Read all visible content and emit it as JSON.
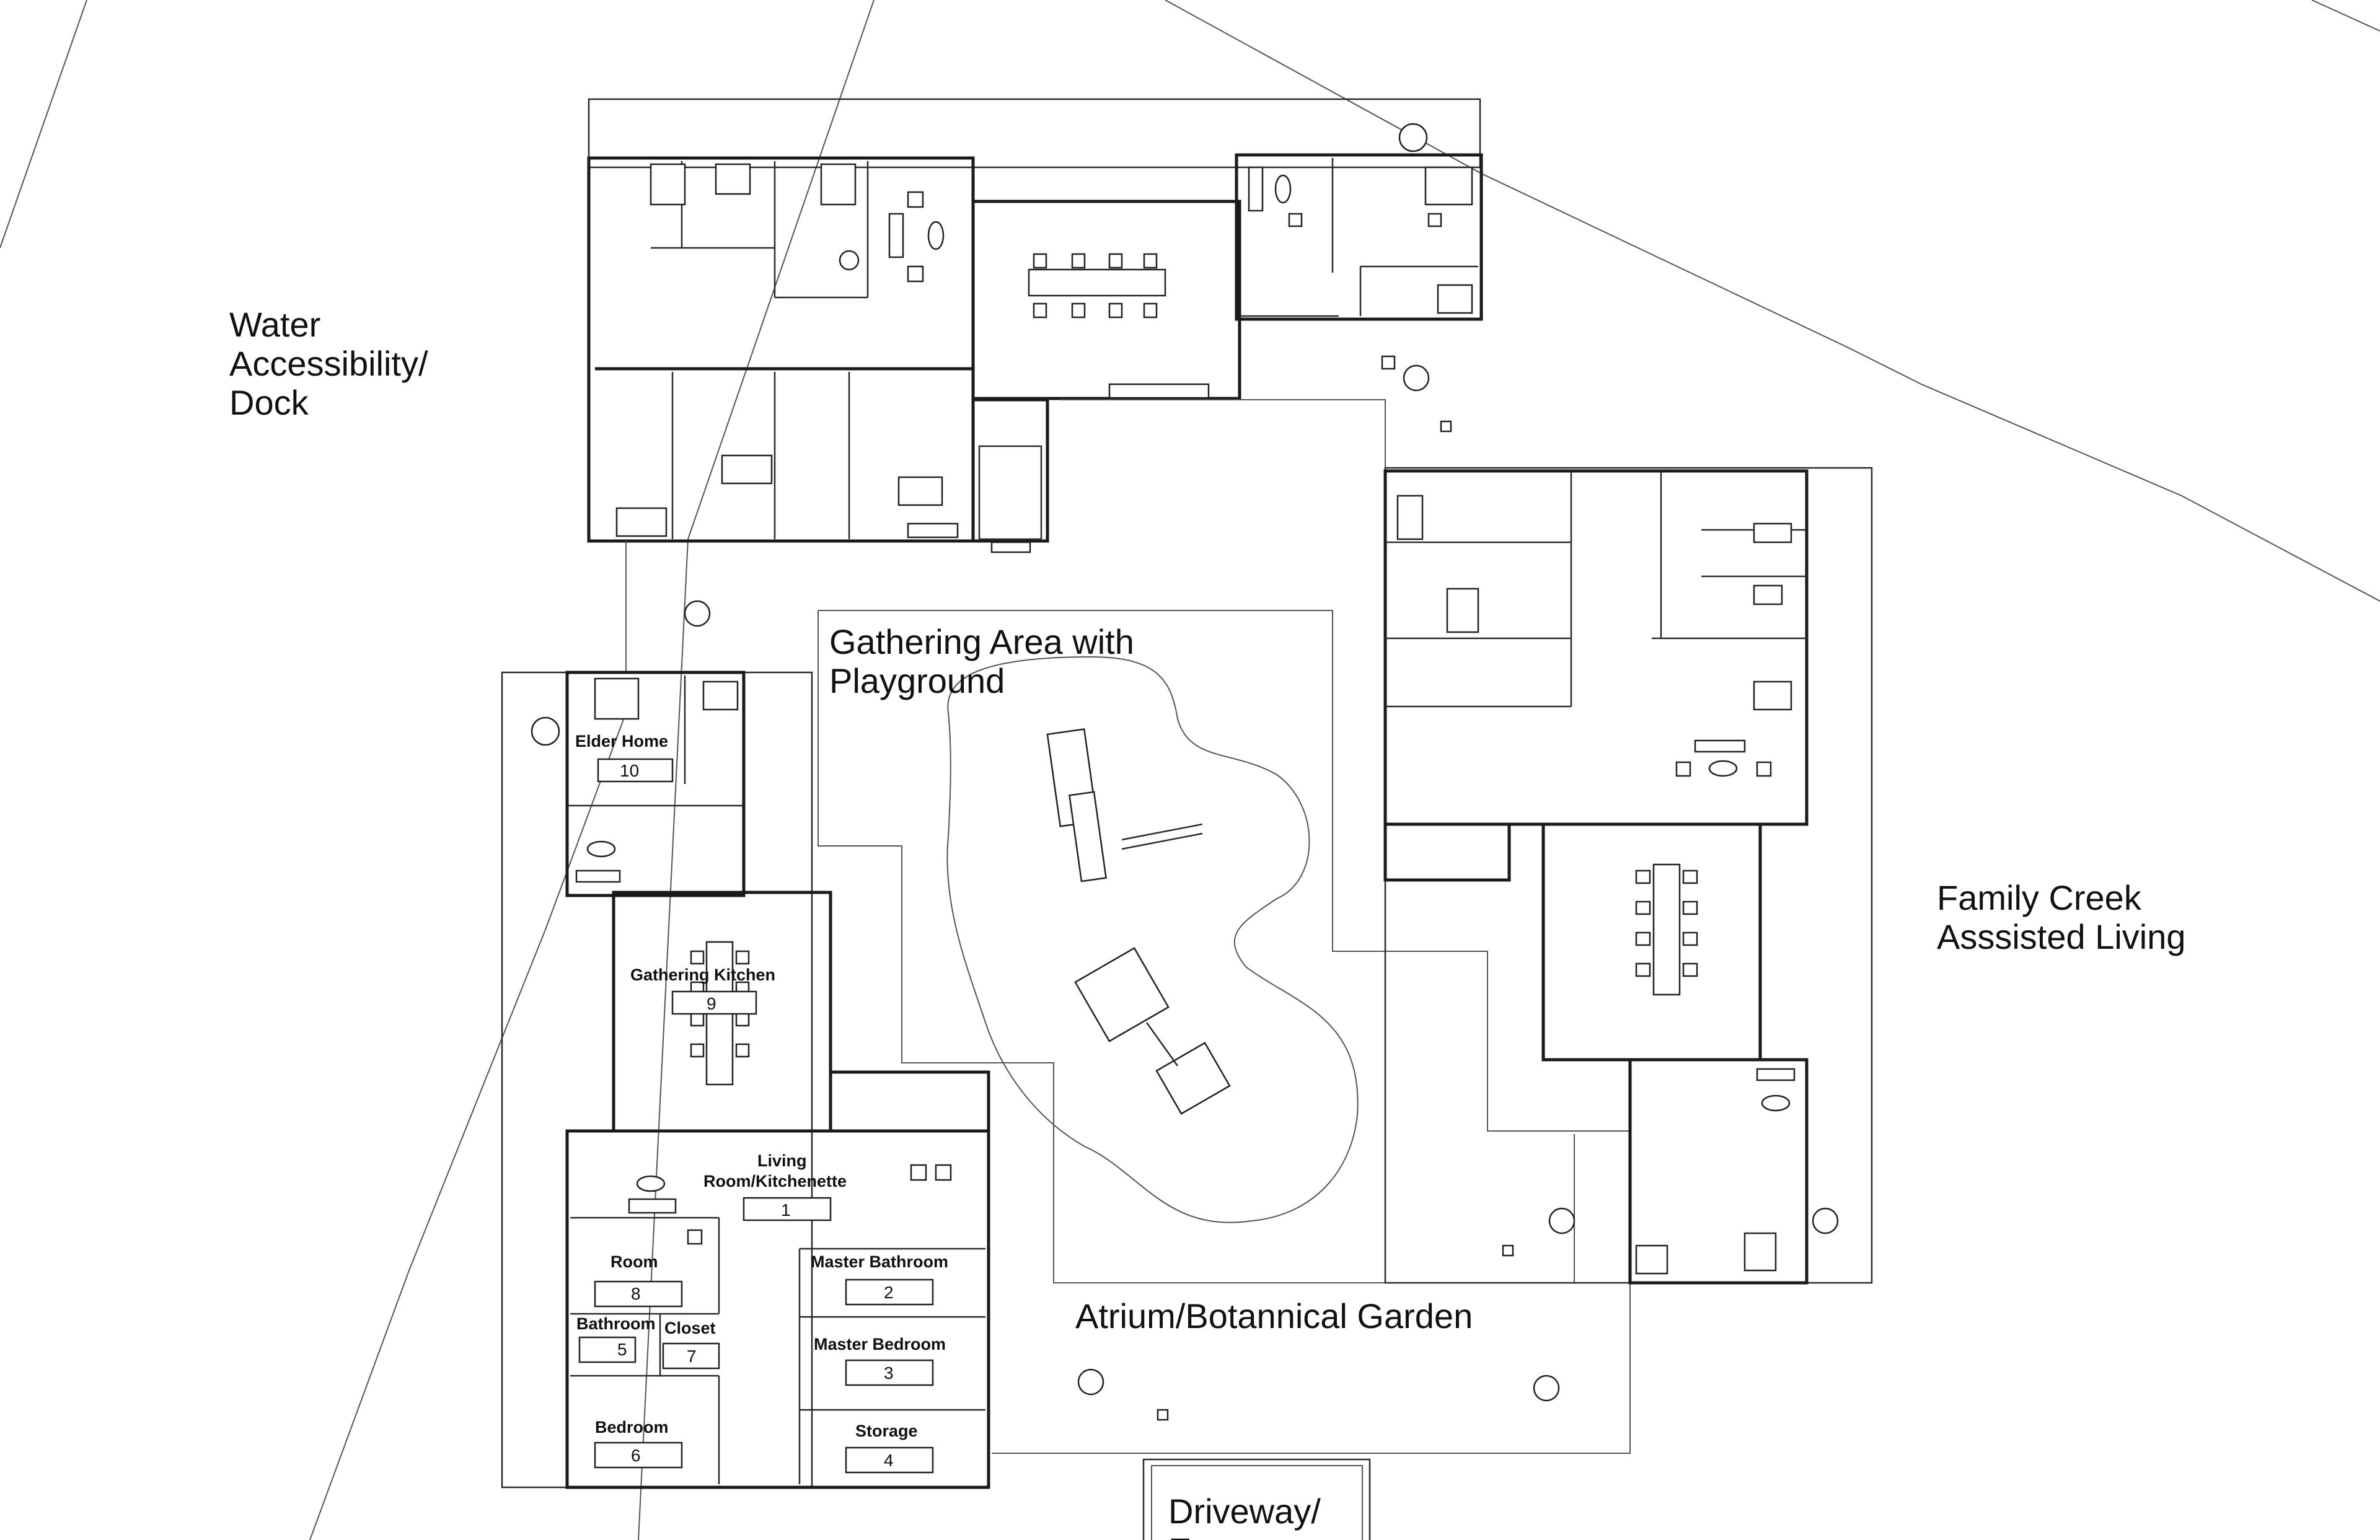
{
  "zones": {
    "water_line1": "Water",
    "water_line2": "Accessibility/",
    "water_line3": "Dock",
    "gathering_line1": "Gathering Area with",
    "gathering_line2": "Playground",
    "family_line1": "Family Creek",
    "family_line2": "Asssisted Living",
    "atrium": "Atrium/Botannical Garden",
    "driveway_line1": "Driveway/",
    "driveway_line2": "Entrance"
  },
  "rooms": [
    {
      "name": "Elder Home",
      "number": "10"
    },
    {
      "name": "Gathering Kitchen",
      "number": "9"
    },
    {
      "name_line1": "Living",
      "name_line2": "Room/Kitchenette",
      "number": "1"
    },
    {
      "name": "Room",
      "number": "8"
    },
    {
      "name": "Master Bathroom",
      "number": "2"
    },
    {
      "name": "Bathroom",
      "number": "5"
    },
    {
      "name": "Closet",
      "number": "7"
    },
    {
      "name": "Master Bedroom",
      "number": "3"
    },
    {
      "name": "Bedroom",
      "number": "6"
    },
    {
      "name": "Storage",
      "number": "4"
    }
  ]
}
